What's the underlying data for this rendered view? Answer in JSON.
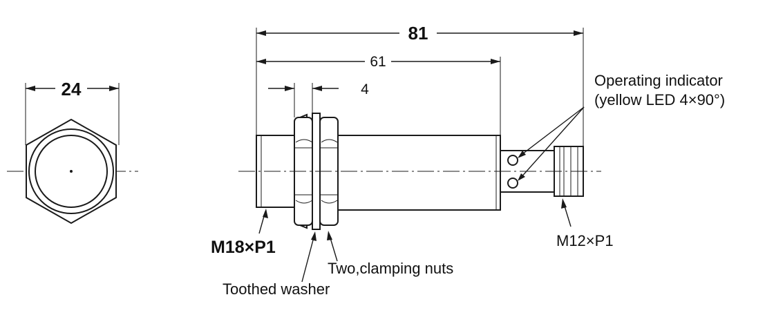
{
  "dimensions": {
    "hex_width": "24",
    "total_length": "81",
    "body_length": "61",
    "nut_thickness": "4"
  },
  "labels": {
    "indicator_line1": "Operating indicator",
    "indicator_line2": "(yellow LED 4×90°)",
    "main_thread": "M18×P1",
    "connector_thread": "M12×P1",
    "nuts": "Two,clamping nuts",
    "washer": "Toothed washer"
  }
}
